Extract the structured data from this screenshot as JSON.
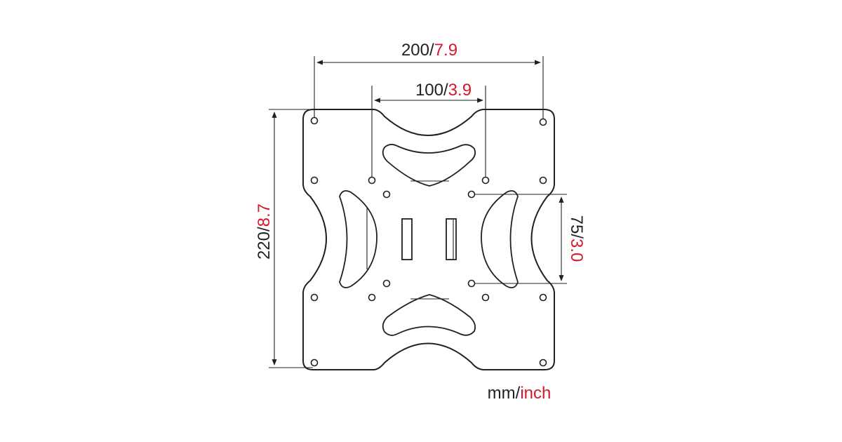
{
  "dimensions": {
    "outer_width": {
      "mm": "200",
      "sep": "/",
      "inch": "7.9"
    },
    "inner_width": {
      "mm": "100",
      "sep": "/",
      "inch": "3.9"
    },
    "height": {
      "mm": "220",
      "sep": "/",
      "inch": "8.7"
    },
    "inner_height": {
      "mm": "75",
      "sep": "/",
      "inch": "3.0"
    }
  },
  "units": {
    "metric": "mm",
    "sep": "/",
    "imperial": "inch"
  },
  "colors": {
    "line": "#231f20",
    "accent": "#d7182a"
  }
}
